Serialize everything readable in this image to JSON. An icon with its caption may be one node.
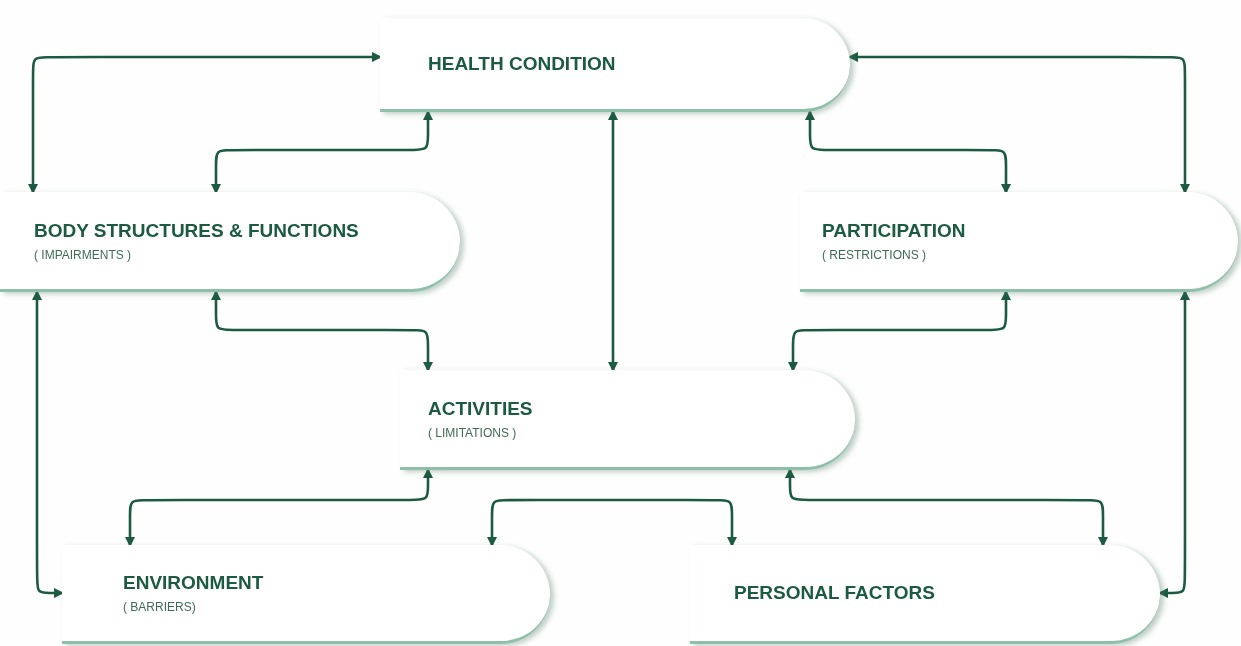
{
  "diagram": {
    "nodes": [
      {
        "text": [
          "HEALTH CONDITION"
        ]
      },
      {
        "text": [
          "BODY STRUCTURES & FUNCTIONS",
          "( IMPAIRMENTS )"
        ]
      },
      {
        "text": [
          "PARTICIPATION",
          "( RESTRICTIONS )"
        ]
      },
      {
        "text": [
          "ACTIVITIES",
          "( LIMITATIONS )"
        ]
      },
      {
        "text": [
          "ENVIRONMENT",
          "( BARRIERS)"
        ]
      },
      {
        "text": [
          "PERSONAL FACTORS"
        ]
      }
    ],
    "edges": [
      {
        "from": 1,
        "to": 0,
        "arrow": "both"
      },
      {
        "from": 0,
        "to": 1,
        "arrow": "both"
      },
      {
        "from": 0,
        "to": 3,
        "arrow": "both"
      },
      {
        "from": 0,
        "to": 2,
        "arrow": "both"
      },
      {
        "from": 0,
        "to": 2,
        "arrow": "both"
      },
      {
        "from": 1,
        "to": 3,
        "arrow": "both"
      },
      {
        "from": 1,
        "to": 4,
        "arrow": "both"
      },
      {
        "from": 2,
        "to": 3,
        "arrow": "both"
      },
      {
        "from": 2,
        "to": 5,
        "arrow": "both"
      },
      {
        "from": 3,
        "to": 4,
        "arrow": "both"
      },
      {
        "from": 3,
        "to": 5,
        "arrow": "both"
      },
      {
        "from": 4,
        "to": 5,
        "arrow": "both"
      }
    ]
  }
}
